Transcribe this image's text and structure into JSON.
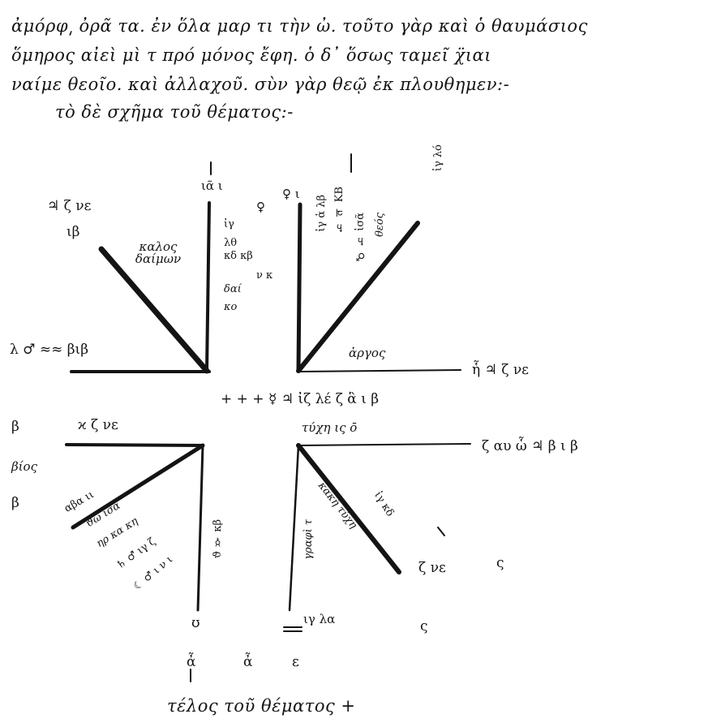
{
  "text_lines": [
    "ἀμόρφ͵ ὀρᾶ τα. ἐν ὅλα μαρ τι τὴν ὠ. τοῦτο γὰρ καὶ ὁ θαυμάσιος",
    "ὅμηρος αἰεὶ μὶ τ πρό μόνος ἔφη. ὁ δ᾿ ὅσως ταμεῖ χ̈ιαι",
    "ναίμε θεοῖο. καὶ ἀλλαχοῦ. σὺν γὰρ θεῷ ἐκ πλουθημεν:-",
    "τὸ δὲ σχῆμα τοῦ θέματος:-"
  ],
  "diagram": {
    "center_row": "+ + +  ☿ ♃ ἰζ λέ ζ ἃ ι β",
    "center_row_2": "τύχη ις ō",
    "labels": {
      "ul_head": "♃ ζ νε",
      "ul_head_2": "ιβ",
      "ul_diag": "καλος δαίμων",
      "left_row": "λ ♂ ≈≈ βιβ",
      "top_col_head": "ιᾶ ι",
      "top_col_1": "ἰγ",
      "top_col_2": "λθ",
      "top_col_3": "κδ κβ",
      "top_col_4": "ν κ",
      "top_col_5": "δαί",
      "top_col_6": "κο",
      "top_col_mark": "♀",
      "ur_top": "♀ ι",
      "ur_diag_1": "ἰγ ἁ λβ",
      "ur_diag_2": "♄ ♃ ΚΒ",
      "ur_diag_3": "♂ ♄ ἰσᾶ",
      "ur_diag_4": "θεός",
      "ur_diag_5": "ἰγ λό",
      "ur_row": "ἀργος",
      "right_row": "ἧ ♃ ζ νε",
      "ll_head": "ϰ ζ νε",
      "ll_b1": "β",
      "ll_bios": "βίος",
      "ll_b2": "β",
      "ll_diag_1": "αβα ιι",
      "ll_diag_2": "ϑὼ ἰσᾶ",
      "ll_diag_3": "ηρ κα κη",
      "ll_diag_4": "♄ ♂ ιγ ζ",
      "ll_diag_5": "☾ ♂ ι ν ι",
      "lr_row": "ζ αυ ὧ ♃ β ι β",
      "lr_diag_1": "κακή τύχη",
      "lr_diag_2": "ἰγ κδ",
      "lr_diag_3": "ζ νε",
      "lr_s1": "ς",
      "lr_s2": "ς",
      "bottom_col": "ϑ ☿ κβ",
      "bottom_col_2": "γραφὶ τ",
      "bottom_end_l": "ʊ",
      "bottom_end_r": "ιγ λα",
      "footer_1": "ἆ",
      "footer_2": "ἆ",
      "footer_3": "ε"
    }
  },
  "footer": "τέλος τοῦ θέματος +"
}
